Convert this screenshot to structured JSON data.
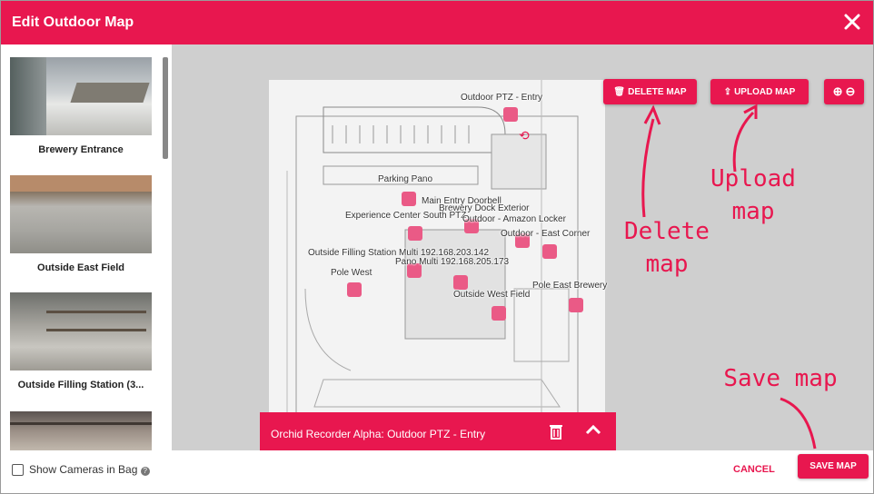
{
  "header": {
    "title": "Edit Outdoor Map"
  },
  "sidebar": {
    "cameras": [
      {
        "label": "Brewery Entrance"
      },
      {
        "label": "Outside East Field"
      },
      {
        "label": "Outside Filling Station (3..."
      },
      {
        "label": ""
      }
    ]
  },
  "map": {
    "buttons": {
      "delete": "DELETE MAP",
      "upload": "UPLOAD MAP"
    },
    "camera_labels": [
      "Outdoor PTZ - Entry",
      "Parking Pano",
      "Main Entry Doorbell",
      "Brewery Dock Exterior",
      "Experience Center South PTZ",
      "Outdoor - Amazon Locker",
      "Outdoor - East Corner",
      "Outside Filling Station Multi 192.168.203.142",
      "Pano Multi 192.168.205.173",
      "Pole West",
      "Outside West Field",
      "Pole East Brewery"
    ],
    "annotations": {
      "delete": "Delete map",
      "upload": "Upload map",
      "save": "Save map"
    },
    "bottom_panel": {
      "label": "Orchid Recorder Alpha: Outdoor PTZ - Entry"
    }
  },
  "footer": {
    "checkbox_label": "Show Cameras in Bag",
    "cancel": "CANCEL",
    "save": "SAVE MAP"
  },
  "colors": {
    "accent": "#e8174f",
    "map_bg": "#cfcfcf"
  }
}
